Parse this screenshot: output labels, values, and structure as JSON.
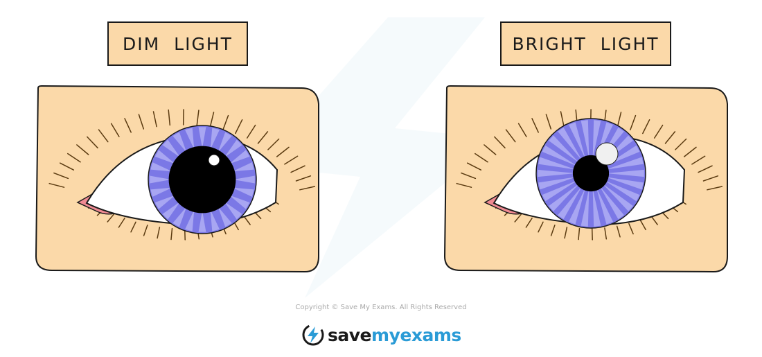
{
  "panels": {
    "dim": {
      "label": "DIM  LIGHT",
      "pupil_radius_fraction": 0.62
    },
    "bright": {
      "label": "BRIGHT  LIGHT",
      "pupil_radius_fraction": 0.33
    }
  },
  "footer": {
    "copyright": "Copyright © Save My Exams. All Rights Reserved",
    "logo_part1": "save",
    "logo_part2": "my",
    "logo_part3": "exams"
  },
  "colors": {
    "skin": "#fbd9a9",
    "iris": "#7b78e6",
    "iris_light": "#a8a6f2",
    "pupil": "#000000",
    "sclera": "#ffffff",
    "tear_duct": "#f08a92",
    "outline": "#1a1a1a",
    "brand_blue": "#2a9bd6"
  },
  "icons": {
    "logo": "lightning-bolt-circle-icon"
  }
}
